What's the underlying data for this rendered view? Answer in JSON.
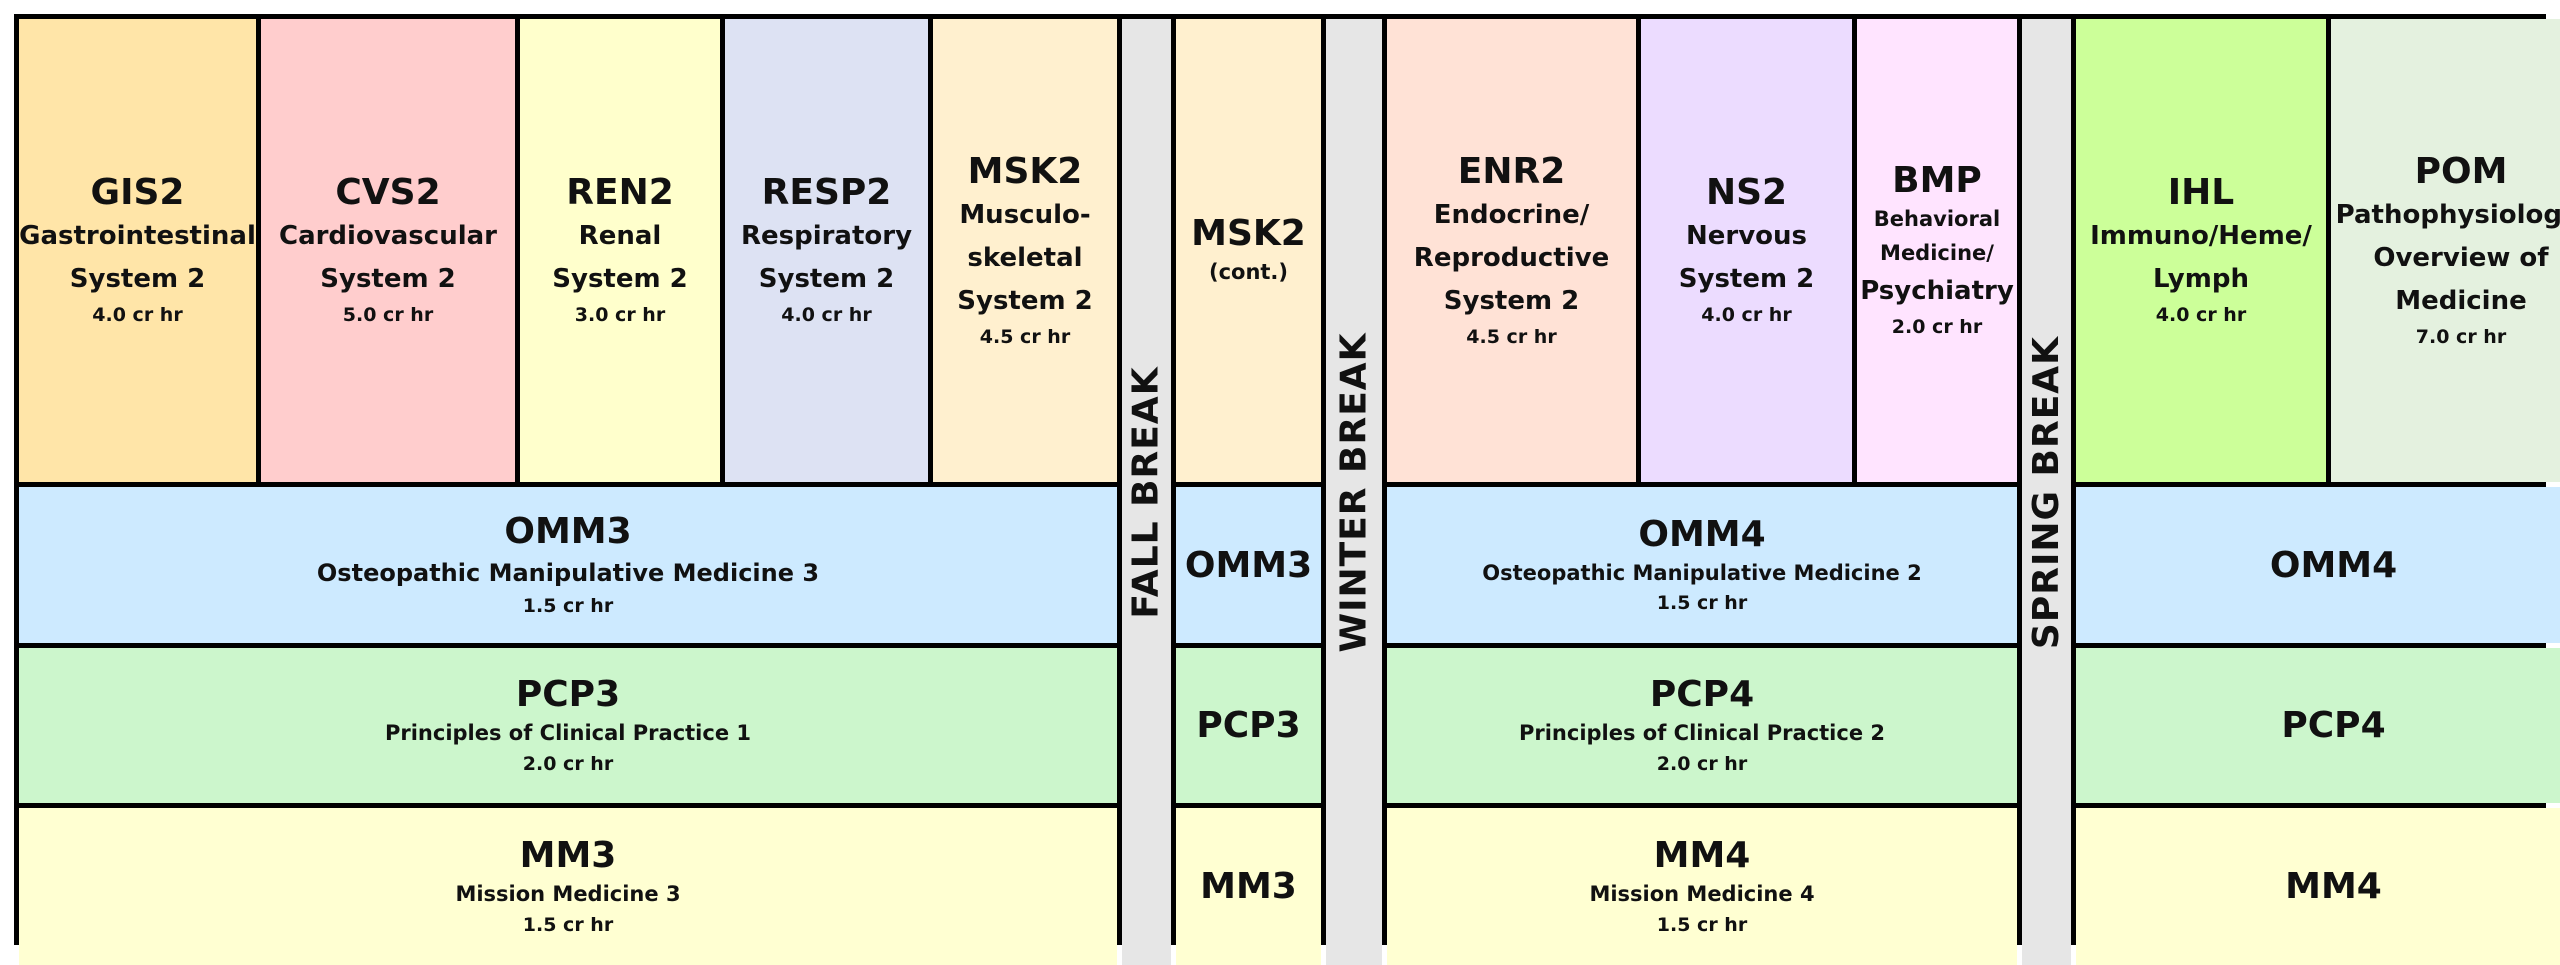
{
  "colors": {
    "gis2": "#ffe5a8",
    "cvs2": "#ffcdcd",
    "ren2": "#ffffcc",
    "resp2": "#dde2f3",
    "msk2": "#fff0cf",
    "enr2": "#ffe2d6",
    "ns2": "#ecdcff",
    "bmp": "#ffe4ff",
    "ihl": "#ccff99",
    "pom": "#e4f1df",
    "omm": "#cdeaff",
    "pcp": "#ccf6cc",
    "mm": "#ffffd2",
    "break": "#e6e6e6",
    "border": "#000000"
  },
  "breaks": {
    "fall": "FALL BREAK",
    "winter": "WINTER BREAK",
    "spring": "SPRING BREAK"
  },
  "courses": {
    "gis2": {
      "code": "GIS2",
      "name": "Gastrointestinal\nSystem 2",
      "credits": "4.0 cr hr"
    },
    "cvs2": {
      "code": "CVS2",
      "name": "Cardiovascular\nSystem 2",
      "credits": "5.0 cr hr"
    },
    "ren2": {
      "code": "REN2",
      "name": "Renal\nSystem 2",
      "credits": "3.0 cr hr"
    },
    "resp2": {
      "code": "RESP2",
      "name": "Respiratory\nSystem 2",
      "credits": "4.0 cr hr"
    },
    "msk2": {
      "code": "MSK2",
      "name": "Musculo-\nskeletal\nSystem 2",
      "credits": "4.5 cr hr"
    },
    "msk2_cont": {
      "code": "MSK2",
      "note": "(cont.)"
    },
    "enr2": {
      "code": "ENR2",
      "name": "Endocrine/\nReproductive\nSystem 2",
      "credits": "4.5 cr hr"
    },
    "ns2": {
      "code": "NS2",
      "name": "Nervous\nSystem 2",
      "credits": "4.0 cr hr"
    },
    "bmp": {
      "code": "BMP",
      "name_line1": "Behavioral\nMedicine/",
      "name_line2": "Psychiatry",
      "credits": "2.0 cr hr"
    },
    "ihl": {
      "code": "IHL",
      "name": "Immuno/Heme/\nLymph",
      "credits": "4.0 cr hr"
    },
    "pom": {
      "code": "POM",
      "name": "Pathophysiologic\nOverview of\nMedicine",
      "credits": "7.0 cr hr"
    }
  },
  "bars": {
    "omm3": {
      "code": "OMM3",
      "name": "Osteopathic Manipulative Medicine 3",
      "credits": "1.5 cr hr"
    },
    "omm3_short": {
      "code": "OMM3"
    },
    "omm4": {
      "code": "OMM4",
      "name": "Osteopathic Manipulative Medicine 2",
      "credits": "1.5 cr hr"
    },
    "omm4_short": {
      "code": "OMM4"
    },
    "pcp3": {
      "code": "PCP3",
      "name": "Principles of Clinical Practice 1",
      "credits": "2.0 cr hr"
    },
    "pcp3_short": {
      "code": "PCP3"
    },
    "pcp4": {
      "code": "PCP4",
      "name": "Principles of Clinical Practice 2",
      "credits": "2.0 cr hr"
    },
    "pcp4_short": {
      "code": "PCP4"
    },
    "mm3": {
      "code": "MM3",
      "name": "Mission Medicine 3",
      "credits": "1.5 cr hr"
    },
    "mm3_short": {
      "code": "MM3"
    },
    "mm4": {
      "code": "MM4",
      "name": "Mission Medicine 4",
      "credits": "1.5 cr hr"
    },
    "mm4_short": {
      "code": "MM4"
    }
  }
}
